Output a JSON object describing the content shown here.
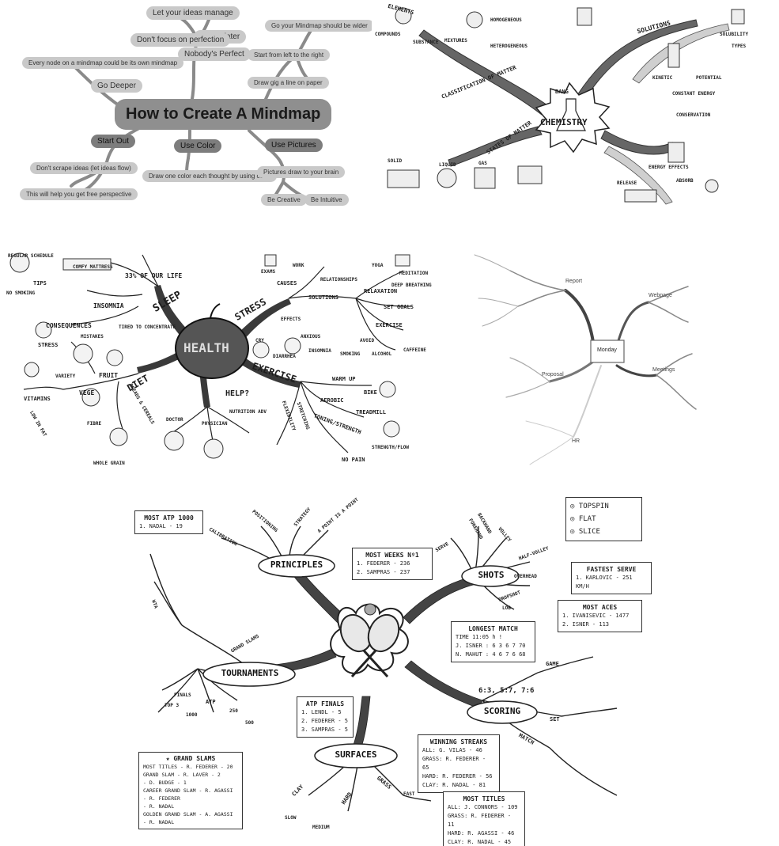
{
  "mindmap1": {
    "central": "How to Create A Mindmap",
    "nodes": [
      "Let your ideas manage",
      "Try go later",
      "Don't focus on perfection",
      "Nobody's Perfect",
      "Go Deeper",
      "Every node on a mindmap could be its own mindmap",
      "Go your Mindmap should be wider",
      "Start from left to the right",
      "Draw gig a line on paper",
      "Start Out",
      "Don't scrape ideas (let ideas flow)",
      "This will help you get free perspective",
      "Use Color",
      "Draw one color each thought by using color",
      "Use Pictures",
      "Pictures draw to your brain",
      "Be Creative",
      "Be Intuitive"
    ]
  },
  "mindmap2": {
    "central": "CHEMISTRY",
    "bang": "BANG",
    "labels": [
      "ELEMENTS",
      "COMPOUNDS",
      "SUBSTANCE",
      "MIXTURES",
      "HOMOGENEOUS",
      "HETEROGENEOUS",
      "CLASSIFICATION OF MATTER",
      "STATES OF MATTER",
      "SOLID",
      "LIQUID",
      "GAS",
      "SOLUTIONS",
      "SOLUBILITY",
      "TYPES",
      "KINETIC",
      "POTENTIAL",
      "CONSTANT ENERGY",
      "CONSERVATION",
      "ENERGY EFFECTS",
      "RELEASE",
      "ABSORB"
    ]
  },
  "mindmap3": {
    "central": "HEALTH",
    "branches": [
      {
        "label": "SLEEP",
        "sub": [
          "33% OF OUR LIFE",
          "TIPS",
          "INSOMNIA",
          "CONSEQUENCES",
          "COMFY MATTRESS",
          "REGULAR SCHEDULE",
          "NO SMOKING",
          "STRESS",
          "MISTAKES",
          "TIRED TO CONCENTRATE"
        ]
      },
      {
        "label": "STRESS",
        "sub": [
          "EXAMS",
          "WORK",
          "CAUSES",
          "RELATIONSHIPS",
          "SOLUTIONS",
          "RELAXATION",
          "YOGA",
          "MEDITATION",
          "DEEP BREATHING",
          "SET GOALS",
          "EXERCISE",
          "AVOID",
          "SMOKING",
          "ALCOHOL",
          "CAFFEINE",
          "EFFECTS",
          "CRY",
          "ANXIOUS",
          "DIARRHEA",
          "INSOMNIA"
        ]
      },
      {
        "label": "DIET",
        "sub": [
          "FRUIT",
          "VEGE",
          "VARIETY",
          "VITAMINS",
          "FIBRE",
          "BREADS & CEREALS",
          "WHOLE GRAIN",
          "LOW IN FAT"
        ]
      },
      {
        "label": "EXERCISE",
        "sub": [
          "WARM UP",
          "AEROBIC",
          "BIKE",
          "TREADMILL",
          "FLEXIBILITY",
          "STRETCHING",
          "TONING/STRENGTH",
          "STRENGTH/FLOW",
          "NO PAIN"
        ]
      },
      {
        "label": "HELP?",
        "sub": [
          "DOCTOR",
          "PHYSICIAN",
          "NUTRITION ADV"
        ]
      }
    ]
  },
  "mindmap4": {
    "central": "Monday",
    "branches": [
      "Report",
      "Webpage",
      "Meetings",
      "Proposal",
      "HR"
    ]
  },
  "mindmap5": {
    "central_image": "tennis-rackets",
    "branches": [
      {
        "label": "PRINCIPLES",
        "sub": [
          "CALIBRATION",
          "POSITIONING",
          "STRATEGY",
          "A POINT IS A POINT"
        ]
      },
      {
        "label": "SHOTS",
        "sub": [
          "SERVE",
          "FOREHAND",
          "BACKHAND",
          "VOLLEY",
          "HALF-VOLLEY",
          "OVERHEAD",
          "DROPSHOT",
          "LOB"
        ]
      },
      {
        "label": "TOURNAMENTS",
        "sub": [
          "GRAND SLAMS",
          "ATP",
          "FINALS",
          "TOP 3",
          "1000",
          "250",
          "500",
          "WTA"
        ]
      },
      {
        "label": "SCORING",
        "sub": [
          "GAME",
          "SET",
          "MATCH",
          "6:3, 5:7, 7:6"
        ]
      },
      {
        "label": "SURFACES",
        "sub": [
          "CLAY",
          "HARD",
          "GRASS",
          "FAST",
          "SLOW",
          "MEDIUM"
        ]
      }
    ],
    "boxes": {
      "atp1000": {
        "title": "MOST ATP 1000",
        "lines": [
          "1. NADAL - 19"
        ]
      },
      "weeks": {
        "title": "MOST WEEKS Nº1",
        "lines": [
          "1. FEDERER - 236",
          "2. SAMPRAS - 237"
        ]
      },
      "spin": {
        "items": [
          "TOPSPIN",
          "FLAT",
          "SLICE"
        ]
      },
      "serve": {
        "title": "FASTEST SERVE",
        "lines": [
          "1. KARLOVIC - 251 KM/H"
        ]
      },
      "aces": {
        "title": "MOST ACES",
        "lines": [
          "1. IVANISEVIC - 1477",
          "2. ISNER - 113"
        ]
      },
      "match": {
        "title": "LONGEST MATCH",
        "lines": [
          "TIME 11:05 h !",
          "J. ISNER : 6 3 6 7 70",
          "N. MAHUT : 4 6 7 6 68"
        ]
      },
      "atpfinals": {
        "title": "ATP FINALS",
        "lines": [
          "1. LENDL - 5",
          "2. FEDERER - 5",
          "3. SAMPRAS - 5"
        ]
      },
      "streaks": {
        "title": "WINNING STREAKS",
        "lines": [
          "ALL: G. VILAS - 46",
          "GRASS: R. FEDERER - 65",
          "HARD: R. FEDERER - 56",
          "CLAY: R. NADAL - 81"
        ]
      },
      "titles": {
        "title": "MOST TITLES",
        "lines": [
          "ALL: J. CONNORS - 109",
          "GRASS: R. FEDERER - 11",
          "HARD: R. AGASSI - 46",
          "CLAY: R. NADAL - 45"
        ]
      },
      "slams": {
        "title": "GRAND SLAMS",
        "lines": [
          "MOST TITLES - R. FEDERER - 20",
          "GRAND SLAM - R. LAVER - 2",
          "- D. BUDGE - 1",
          "CAREER GRAND SLAM - R. AGASSI",
          "- R. FEDERER",
          "- R. NADAL",
          "GOLDEN GRAND SLAM - A. AGASSI",
          "- R. NADAL"
        ]
      }
    }
  }
}
